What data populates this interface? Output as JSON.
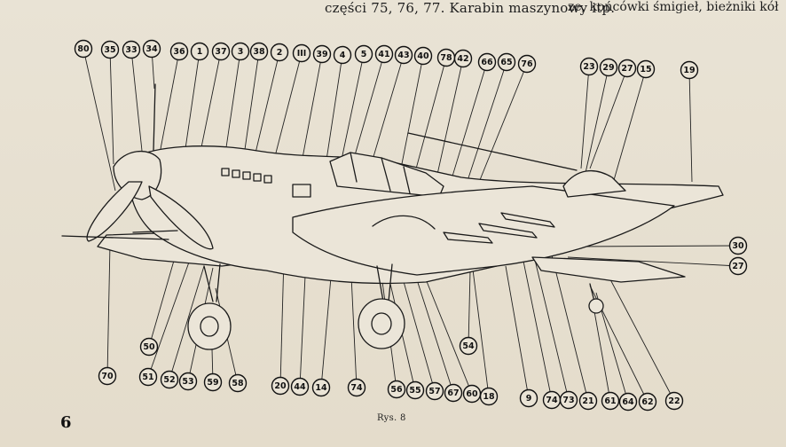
{
  "header": {
    "line_text": "części 75, 76, 77. Karabin maszynowy   itp.",
    "right_text": "ze, końcówki śmigieł, bieżniki kół"
  },
  "page_number": "6",
  "figure_caption": "Rys. 8",
  "callouts_top": [
    "80",
    "35",
    "33",
    "34",
    "36",
    "1",
    "37",
    "3",
    "38",
    "2",
    "III",
    "39",
    "4",
    "5",
    "41",
    "43",
    "40",
    "78",
    "42",
    "66",
    "65",
    "76",
    "23",
    "29",
    "27",
    "15",
    "19"
  ],
  "callouts_right": [
    "30",
    "27"
  ],
  "callouts_bottom": [
    "70",
    "50",
    "51",
    "52",
    "53",
    "59",
    "58",
    "20",
    "44",
    "14",
    "74",
    "56",
    "55",
    "57",
    "67",
    "60",
    "18",
    "54",
    "9",
    "74",
    "73",
    "21",
    "61",
    "64",
    "62",
    "22"
  ]
}
